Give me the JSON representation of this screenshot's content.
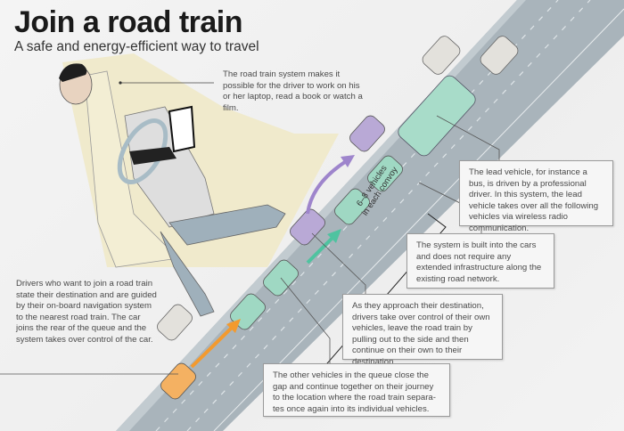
{
  "title": "Join a road train",
  "subtitle": "A safe and energy-efficient way to travel",
  "colors": {
    "road": "#a9b4bb",
    "lane_marking": "#dfe5e8",
    "seat": "#efe9c8",
    "lead_vehicle": "#a8dcc9",
    "convoy_vehicle": "#9fd8c3",
    "joining_vehicle": "#f4b162",
    "leaving_vehicle": "#b9a9d6",
    "other_vehicle": "#e3e1dc",
    "arrow_orange": "#f39a2e",
    "arrow_green": "#4fc3a0",
    "arrow_purple": "#9e85cc"
  },
  "callouts": {
    "driver": "The road train system makes it possible for the driver to work on his or her laptop, read a book or watch a film.",
    "lead_vehicle": "The lead vehicle, for instance a bus, is driven by a professional driver. In this system, the lead vehicle takes over all the following vehicles via wireless radio communication.",
    "infrastructure": "The system is built into the cars and does not require any extended infrastructure along the existing road network.",
    "leaving": "As they approach their destination, drivers take over control of their own vehicles, leave the road train by pulling out to the side and then continue on their own to their destination.",
    "close_gap": "The other vehicles in the queue close the gap and continue together on their journey to the location where the road train separa-tes once again into its individual vehicles.",
    "joining": "Drivers who want to join a road train state their destination and are guided by their on-board navigation system to the nearest road train. The car joins the rear of the queue and the system takes over control of the car."
  },
  "convoy_label": {
    "line1": "6–8 vehicles",
    "line2": "in each convoy"
  }
}
